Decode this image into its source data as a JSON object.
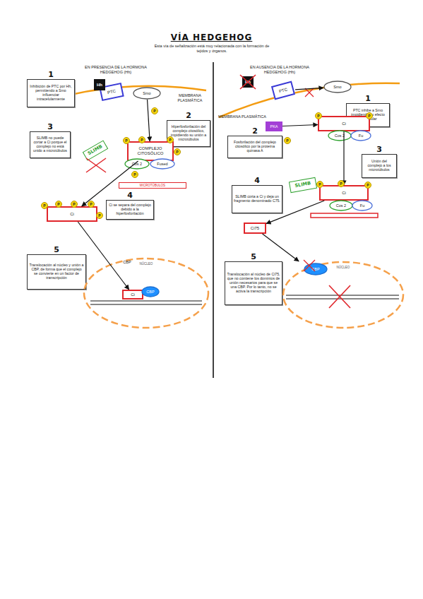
{
  "diagram": {
    "title": "VÍA HEDGEHOG",
    "nodes": [
      {
        "text": [
          "PTC"
        ]
      },
      {
        "text": [
          "Hh"
        ]
      },
      {
        "text": [
          "Smo"
        ]
      },
      {
        "text": [
          "1",
          "Inhibición de PTC por Hh, permitiendo a Smo influenciar intracelularmente"
        ]
      },
      {
        "text": [
          "2",
          "Hiperfosforilación del complejo citosólico, impidiendo su unión a microtúbulos"
        ]
      },
      {
        "text": [
          "COMPLEJO CITOSÓLICO"
        ]
      },
      {
        "text": [
          "Cos 2"
        ]
      },
      {
        "text": [
          "Fused"
        ]
      },
      {
        "text": [
          "MICROTÚBULOS"
        ]
      },
      {
        "text": [
          "3",
          "SLIMB no puede cortar a Ci porque el complejo no está unido a microtúbulos"
        ]
      },
      {
        "text": [
          "SLIMB"
        ]
      },
      {
        "text": [
          "Ci"
        ]
      },
      {
        "text": [
          "4",
          "Ci se separa del complejo debido a la hiperfosforilación"
        ]
      },
      {
        "text": [
          "5",
          "Translocación al núcleo y unión a CBP, de forma que el complejo se convierte en un factor de transcripción"
        ]
      },
      {
        "text": [
          "NÚCLEO"
        ]
      },
      {
        "text": [
          "Ci"
        ],
        "in": 14
      },
      {
        "text": [
          "CBP"
        ],
        "in": 14
      },
      {
        "text": [
          "Hh"
        ]
      },
      {
        "text": [
          "PTC"
        ]
      },
      {
        "text": [
          "Smo"
        ]
      },
      {
        "text": [
          "1",
          "PTC inhibe a Smo impidiendo su efecto intracelular"
        ]
      },
      {
        "text": [
          "PKA"
        ]
      },
      {
        "text": [
          "2",
          "Fosforilación del complejo citosólico por la proteína quinasa A"
        ]
      },
      {
        "text": [
          "Ci"
        ]
      },
      {
        "text": [
          "Cos 2"
        ]
      },
      {
        "text": [
          "Fu"
        ]
      },
      {
        "text": [
          "3",
          "Unión del complejo a los microtúbulos"
        ]
      },
      {
        "text": [
          "4",
          "SLIMB corta a Ci y deja un fragmento denominado C75."
        ]
      },
      {
        "text": [
          "SLIMB"
        ]
      },
      {
        "text": [
          "Ci"
        ]
      },
      {
        "text": [
          "Cos 2"
        ]
      },
      {
        "text": [
          "Fu"
        ]
      },
      {
        "text": [
          "Ci75"
        ]
      },
      {
        "text": [
          "5",
          "Translocación al núcleo de Ci75, que no contiene los dominios de unión necesarios para que se una CBP. Por lo tanto, no se activa la transcripción"
        ]
      },
      {
        "text": [
          "NÚCLEO"
        ]
      },
      {
        "text": [
          "CBP"
        ],
        "in": 34
      }
    ],
    "edges": [
      {
        "from": 2,
        "to": 5,
        "arrow": "to"
      },
      {
        "from": 5,
        "to": 11,
        "arrow": "to"
      },
      {
        "from": 11,
        "to": 15,
        "arrow": "to"
      },
      {
        "from": 18,
        "to": 19,
        "arrow": "to"
      },
      {
        "from": 21,
        "to": 23,
        "arrow": "to"
      },
      {
        "from": 23,
        "to": 29,
        "arrow": "to"
      },
      {
        "from": 29,
        "to": 32,
        "arrow": "to"
      },
      {
        "from": 32,
        "to": 34,
        "arrow": "to"
      }
    ],
    "labels": [
      "Esta vía de señalización está muy relacionada con la formación de tejidos y órganos.",
      "EN PRESENCIA DE LA HORMONA HEDGEHOG (Hh)",
      "MEMBRANA PLASMÁTICA",
      "P",
      "P",
      "P",
      "P",
      "P",
      "P",
      "P",
      "P",
      "P",
      "P",
      "P",
      "CBP",
      "EN AUSENCIA DE LA HORMONA HEDGEHOG (Hh)",
      "MEMBRANA PLASMÁTICA",
      "P",
      "P",
      "P",
      "P",
      "P",
      "P"
    ]
  }
}
